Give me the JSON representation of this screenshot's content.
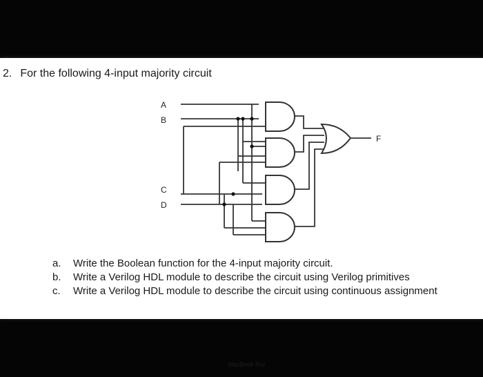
{
  "question": {
    "number": "2.",
    "text": "For the following 4-input majority circuit"
  },
  "diagram": {
    "inputs": [
      "A",
      "B",
      "C",
      "D"
    ],
    "output": "F"
  },
  "parts": [
    {
      "letter": "a.",
      "text": "Write the Boolean function for the 4-input majority circuit."
    },
    {
      "letter": "b.",
      "text": "Write a Verilog HDL module to describe  the circuit using Verilog primitives"
    },
    {
      "letter": "c.",
      "text": "Write a Verilog HDL module to describe the circuit using continuous assignment"
    }
  ],
  "bezel": {
    "text": "MacBook Pro"
  }
}
